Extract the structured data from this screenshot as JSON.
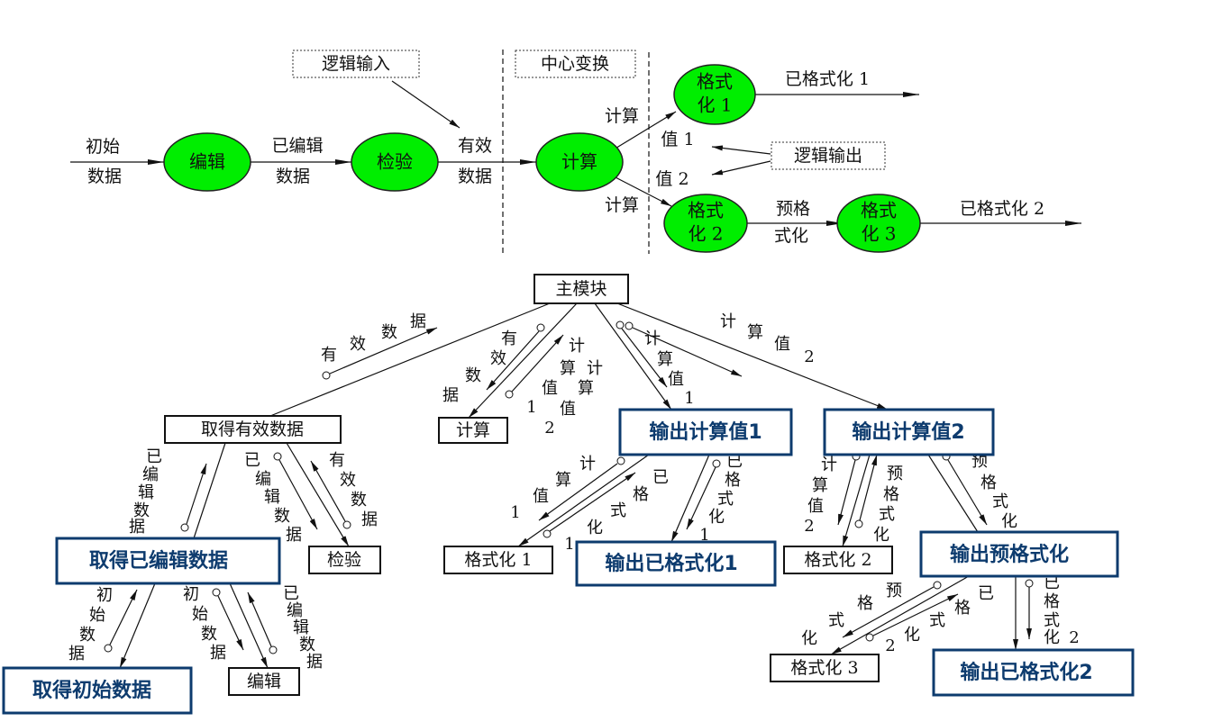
{
  "dfd": {
    "logic_input": "逻辑输入",
    "center_transform": "中心变换",
    "logic_output": "逻辑输出",
    "bubbles": [
      "编辑",
      "检验",
      "计算",
      "格式",
      "化 1",
      "格式",
      "化 2",
      "格式",
      "化 3"
    ],
    "flows": {
      "initial_1": "初始",
      "initial_2": "数据",
      "edited_1": "已编辑",
      "edited_2": "数据",
      "valid_1": "有效",
      "valid_2": "数据",
      "calc_a": "计算",
      "value1": "值 1",
      "value2": "值 2",
      "calc_b": "计算",
      "formatted1": "已格式化 1",
      "preformat_1": "预格",
      "preformat_2": "式化",
      "formatted2": "已格式化 2"
    }
  },
  "structure": {
    "modules": {
      "main": "主模块",
      "get_valid": "取得有效数据",
      "calc": "计算",
      "out_val1": "输出计算值1",
      "out_val2": "输出计算值2",
      "get_edited": "取得已编辑数据",
      "check": "检验",
      "get_initial": "取得初始数据",
      "edit": "编辑",
      "format1": "格式化 1",
      "out_fmt1": "输出已格式化1",
      "format2": "格式化 2",
      "out_pre": "输出预格式化",
      "format3": "格式化 3",
      "out_fmt2": "输出已格式化2"
    },
    "couples": {
      "c1": "有效数据",
      "c2": "有效数据",
      "c3": "计算值1",
      "c4": "计算值2",
      "c5": "计算值1",
      "c6": "计算值2",
      "c7": "已编辑数据",
      "c8": "已编辑数据",
      "c9": "有效数据",
      "c10": "初始数据",
      "c11": "初始数据",
      "c12": "已编辑数据",
      "c13": "计算值1",
      "c14": "已格式化1",
      "c15": "已格式化1",
      "c16": "计算值2",
      "c17": "预格式化",
      "c18": "预格式化",
      "c19": "预格式化",
      "c20": "已格式化2",
      "c21": "已格式化2"
    }
  },
  "colors": {
    "bubble": "#00ee00",
    "module_accent": "#0d3b6e"
  }
}
